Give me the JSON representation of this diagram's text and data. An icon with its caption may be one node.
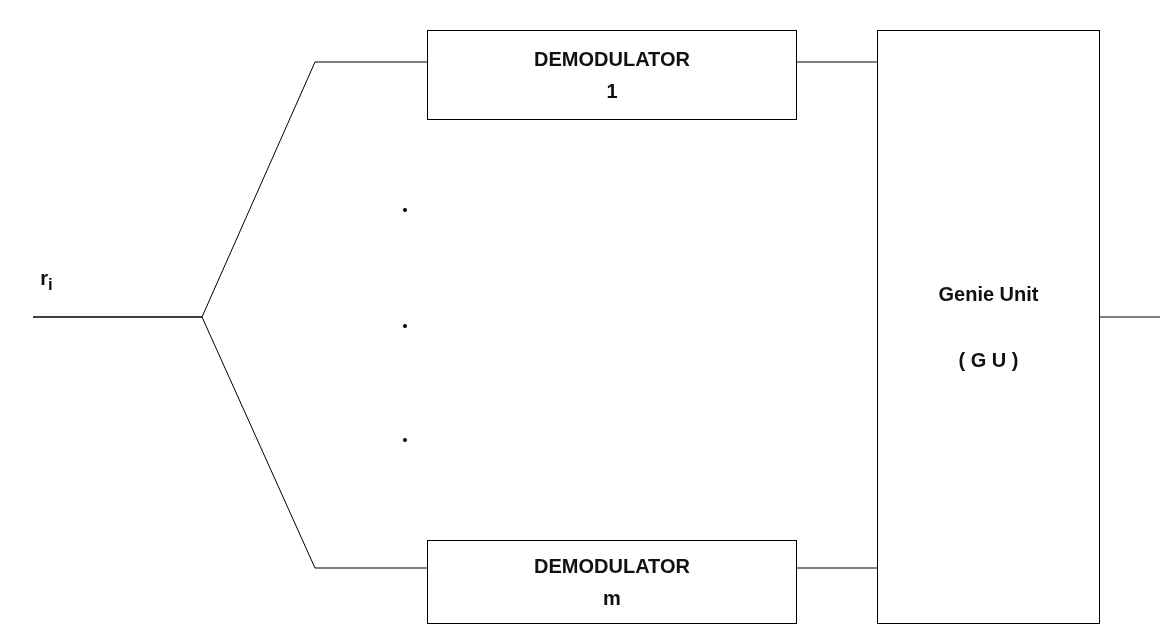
{
  "diagram": {
    "nodes": [
      {
        "text": [
          "r$_{i}$"
        ]
      },
      {
        "text": [
          "DEMODULATOR 1"
        ]
      },
      {
        "text": [
          "DEMODULATOR m"
        ]
      },
      {
        "text": [
          "Genie Unit",
          "( G U )"
        ]
      }
    ],
    "edges": [
      {
        "from": 0,
        "to": 1,
        "arrow": "none"
      },
      {
        "from": 0,
        "to": 2,
        "arrow": "none"
      },
      {
        "from": 1,
        "to": 3,
        "arrow": "none"
      },
      {
        "from": 2,
        "to": 3,
        "arrow": "none"
      },
      {
        "from": 3,
        "to": null,
        "arrow": "none"
      }
    ]
  }
}
